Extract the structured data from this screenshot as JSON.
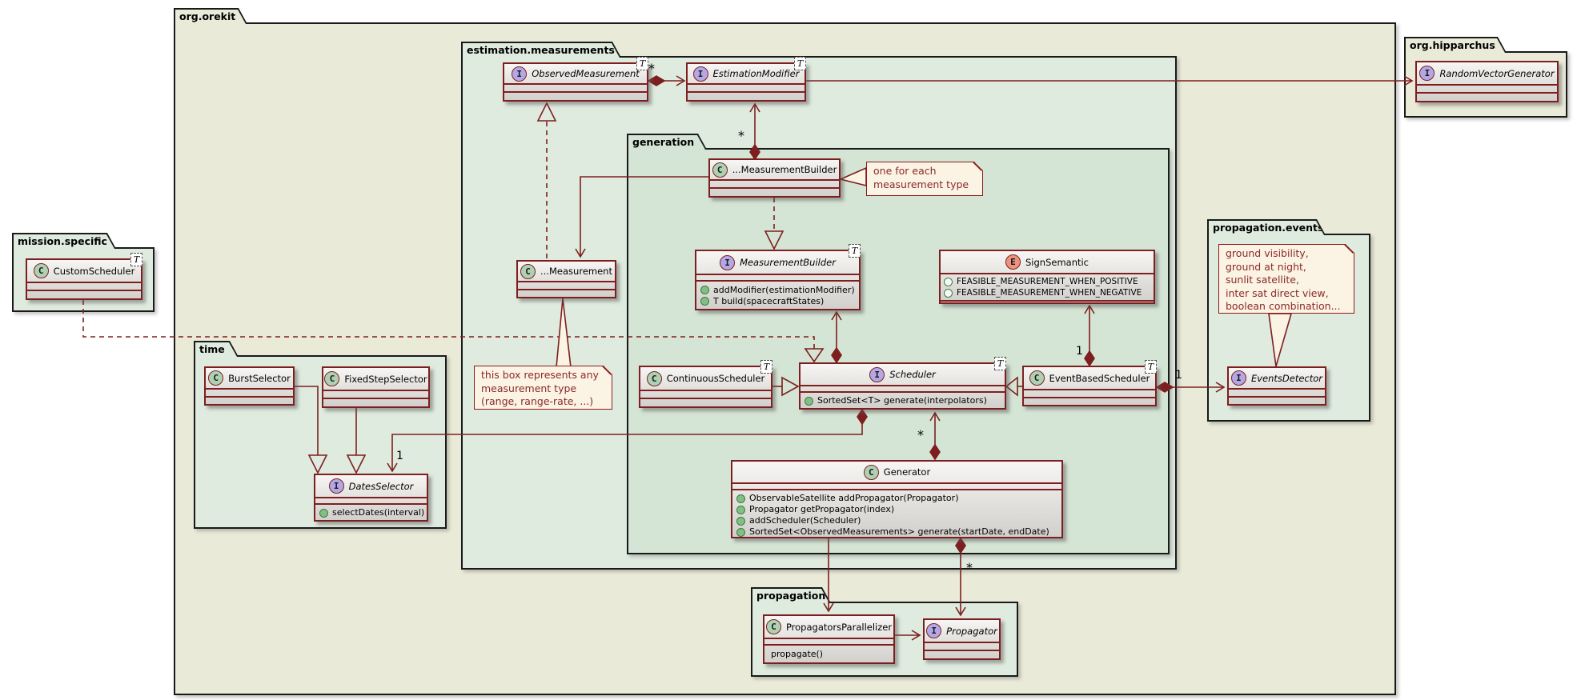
{
  "diagram": {
    "packages": {
      "org_orekit": "org.orekit",
      "estimation_measurements": "estimation.measurements",
      "generation": "generation",
      "org_hipparchus": "org.hipparchus",
      "mission_specific": "mission.specific",
      "time": "time",
      "propagation_events": "propagation.events",
      "propagation": "propagation"
    },
    "classes": {
      "observed_measurement": {
        "icon": "I",
        "name": "ObservedMeasurement",
        "generic": "T"
      },
      "estimation_modifier": {
        "icon": "I",
        "name": "EstimationModifier",
        "generic": "T"
      },
      "random_vector_generator": {
        "icon": "I",
        "name": "RandomVectorGenerator"
      },
      "measurement_builder_concrete": {
        "icon": "C",
        "name": "...MeasurementBuilder"
      },
      "measurement_concrete": {
        "icon": "C",
        "name": "...Measurement"
      },
      "measurement_builder": {
        "icon": "I",
        "name": "MeasurementBuilder",
        "generic": "T",
        "methods": [
          "addModifier(estimationModifier)",
          "T build(spacecraftStates)"
        ]
      },
      "sign_semantic": {
        "icon": "E",
        "name": "SignSemantic",
        "constants": [
          "FEASIBLE_MEASUREMENT_WHEN_POSITIVE",
          "FEASIBLE_MEASUREMENT_WHEN_NEGATIVE"
        ]
      },
      "continuous_scheduler": {
        "icon": "C",
        "name": "ContinuousScheduler",
        "generic": "T"
      },
      "scheduler": {
        "icon": "I",
        "name": "Scheduler",
        "generic": "T",
        "methods": [
          "SortedSet<T> generate(interpolators)"
        ]
      },
      "event_based_scheduler": {
        "icon": "C",
        "name": "EventBasedScheduler",
        "generic": "T"
      },
      "custom_scheduler": {
        "icon": "C",
        "name": "CustomScheduler",
        "generic": "T"
      },
      "burst_selector": {
        "icon": "C",
        "name": "BurstSelector"
      },
      "fixed_step_selector": {
        "icon": "C",
        "name": "FixedStepSelector"
      },
      "dates_selector": {
        "icon": "I",
        "name": "DatesSelector",
        "methods": [
          "selectDates(interval)"
        ]
      },
      "generator": {
        "icon": "C",
        "name": "Generator",
        "methods": [
          "ObservableSatellite addPropagator(Propagator)",
          "Propagator getPropagator(index)",
          "addScheduler(Scheduler)",
          "SortedSet<ObservedMeasurements> generate(startDate, endDate)"
        ]
      },
      "propagators_parallelizer": {
        "icon": "C",
        "name": "PropagatorsParallelizer",
        "methods": [
          "propagate()"
        ]
      },
      "propagator": {
        "icon": "I",
        "name": "Propagator"
      },
      "events_detector": {
        "icon": "I",
        "name": "EventsDetector"
      }
    },
    "notes": {
      "builder_note": {
        "lines": [
          "one for each",
          "measurement type"
        ]
      },
      "measurement_note": {
        "lines": [
          "this box represents any",
          "measurement type",
          "(range, range-rate, ...)"
        ]
      },
      "events_note": {
        "lines": [
          "ground visibility,",
          "ground at night,",
          "sunlit satellite,",
          "inter sat direct view,",
          "boolean combination..."
        ]
      }
    },
    "edge_labels": {
      "obs_to_modifier": "*",
      "builder_to_modifier": "*",
      "ebs_to_sign": "1",
      "ebs_to_detector": "1",
      "scheduler_to_dates": "1",
      "generator_to_scheduler": "*",
      "generator_to_propagator": "*"
    },
    "colors": {
      "connector": "#7E1F1F",
      "class_border": "#7E1F1F",
      "package_beige": "#EAEAD8",
      "package_green": "#DFEBDF",
      "package_green_dark": "#D5E5D5",
      "note_fill": "#FBF3E3",
      "note_text": "#8B2A2A",
      "icon_class": "#ADD1B2",
      "icon_interface": "#B4A7E5",
      "icon_enum": "#EB937F",
      "method_dot": "#84BE84"
    }
  }
}
